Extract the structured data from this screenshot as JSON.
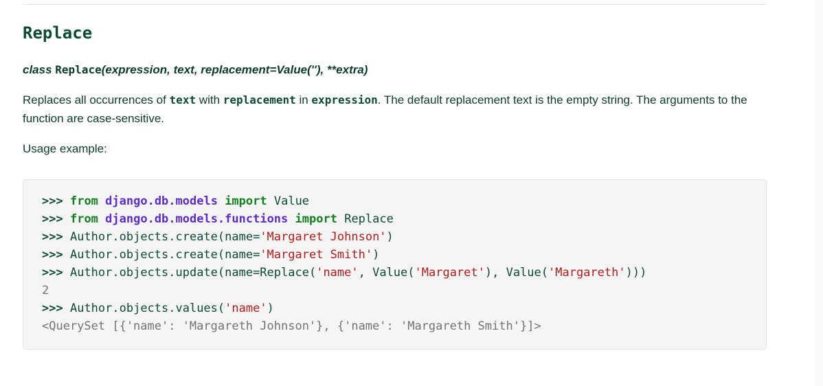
{
  "section": {
    "title": "Replace",
    "signature": {
      "prefix": "class",
      "name": "Replace",
      "params": "(expression, text, replacement=Value(''), **extra)"
    },
    "description": {
      "t1": "Replaces all occurrences of ",
      "c1": "text",
      "t2": " with ",
      "c2": "replacement",
      "t3": " in ",
      "c3": "expression",
      "t4": ". The default replacement text is the empty string. The arguments to the function are case-sensitive."
    },
    "usage_label": "Usage example:"
  },
  "code": {
    "prompt": ">>>",
    "l1": {
      "kw1": "from",
      "mod": "django.db.models",
      "kw2": "import",
      "name": "Value"
    },
    "l2": {
      "kw1": "from",
      "mod": "django.db.models.functions",
      "kw2": "import",
      "name": "Replace"
    },
    "l3": {
      "a": "Author.objects.create(name=",
      "s": "'Margaret Johnson'",
      "b": ")"
    },
    "l4": {
      "a": "Author.objects.create(name=",
      "s": "'Margaret Smith'",
      "b": ")"
    },
    "l5": {
      "a": "Author.objects.update(name=Replace(",
      "s1": "'name'",
      "b": ", Value(",
      "s2": "'Margaret'",
      "c": "), Value(",
      "s3": "'Margareth'",
      "d": ")))"
    },
    "l6": "2",
    "l7": {
      "a": "Author.objects.values(",
      "s": "'name'",
      "b": ")"
    },
    "l8": "<QuerySet [{'name': 'Margareth Johnson'}, {'name': 'Margareth Smith'}]>"
  }
}
